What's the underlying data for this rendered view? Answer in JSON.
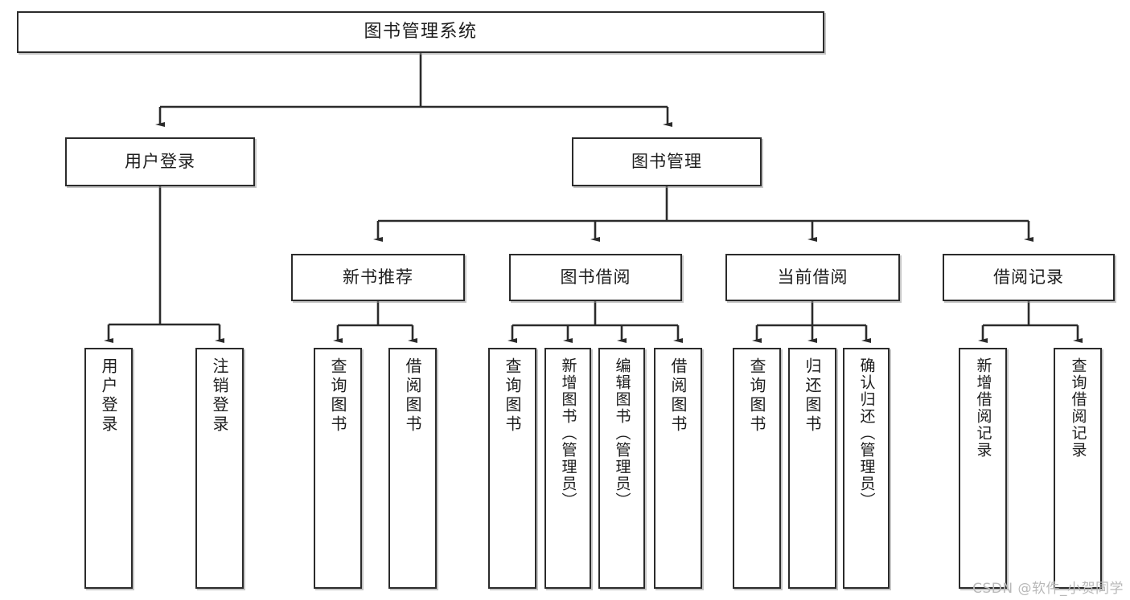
{
  "diagram": {
    "title": "图书管理系统",
    "style": {
      "line_color": "#2b2b2b",
      "box_fill": "#ffffff",
      "box_border": "#2b2b2b",
      "text_color": "#1d1d1d",
      "watermark_color": "#b9b9b9"
    },
    "root": {
      "label": "图书管理系统"
    },
    "level1": [
      {
        "label": "用户登录"
      },
      {
        "label": "图书管理"
      }
    ],
    "level2": [
      {
        "label": "新书推荐"
      },
      {
        "label": "图书借阅"
      },
      {
        "label": "当前借阅"
      },
      {
        "label": "借阅记录"
      }
    ],
    "leaves": {
      "user_login": [
        {
          "label": "用户登录"
        },
        {
          "label": "注销登录"
        }
      ],
      "new_book": [
        {
          "label": "查询图书"
        },
        {
          "label": "借阅图书"
        }
      ],
      "book_borrow": [
        {
          "label": "查询图书"
        },
        {
          "label": "新增图书（管理员）"
        },
        {
          "label": "编辑图书（管理员）"
        },
        {
          "label": "借阅图书"
        }
      ],
      "current_borrow": [
        {
          "label": "查询图书"
        },
        {
          "label": "归还图书"
        },
        {
          "label": "确认归还（管理员）"
        }
      ],
      "borrow_record": [
        {
          "label": "新增借阅记录"
        },
        {
          "label": "查询借阅记录"
        }
      ]
    }
  },
  "watermark": {
    "text": "CSDN @软件_小贺同学"
  }
}
